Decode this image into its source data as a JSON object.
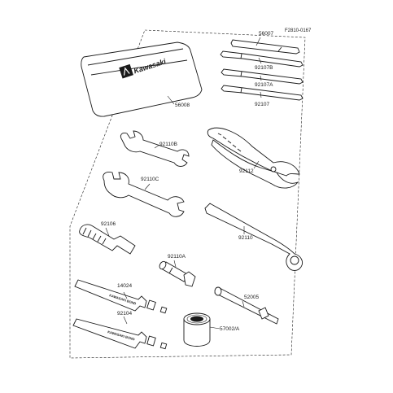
{
  "reference_code": "F2810-0167",
  "parts": {
    "tool_bag": "56008",
    "bag_logo": "Kawasaki",
    "screwdriver_set": "56007",
    "screwdriver_b": "92107B",
    "screwdriver_a": "92107A",
    "screwdriver": "92107",
    "wrench_b": "92110B",
    "wrench_c": "92110C",
    "pliers": "92112",
    "extension_handle": "92106",
    "spark_plug_wrench": "92110",
    "box_wrench": "92110A",
    "grease_tube_1": "14024",
    "grease_tube_2": "92104",
    "tube_label": "KAWASAKI BOND",
    "screw_bit": "52005",
    "roll_tape": "57002/A"
  },
  "colors": {
    "line": "#1a1a1a",
    "background": "#ffffff"
  }
}
